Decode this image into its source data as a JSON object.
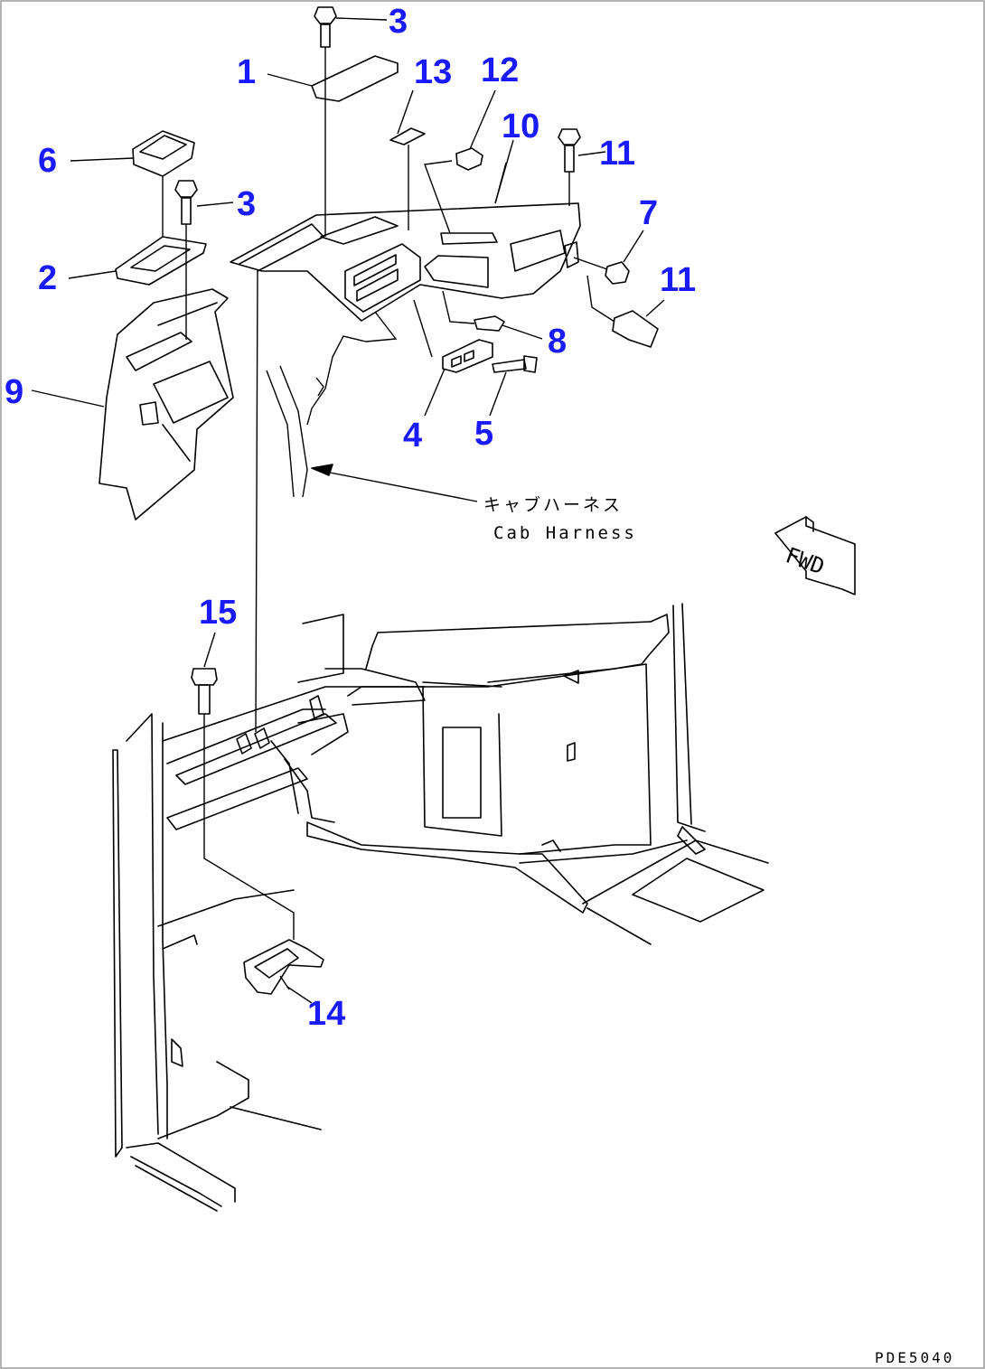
{
  "diagram": {
    "callouts": [
      "1",
      "2",
      "3",
      "3",
      "4",
      "5",
      "6",
      "7",
      "8",
      "9",
      "10",
      "11",
      "11",
      "12",
      "13",
      "14",
      "15"
    ],
    "harness_label_jp": "キャブハーネス",
    "harness_label_en": "Cab Harness",
    "direction_label": "FWD",
    "drawing_code": "PDE5040"
  }
}
